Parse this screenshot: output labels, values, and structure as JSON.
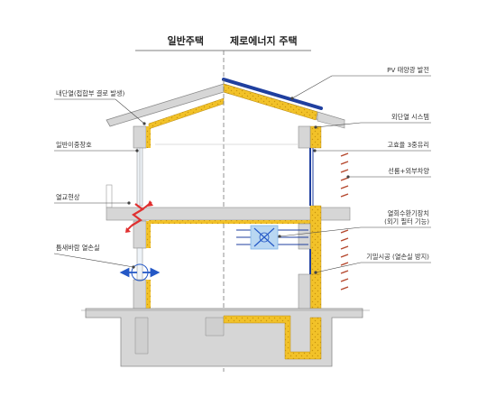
{
  "titles": {
    "left": "일반주택",
    "right": "제로에너지 주택"
  },
  "labels": {
    "insul_internal": "내단열(접합부 결로 발생)",
    "window_double": "일반이중창호",
    "thermal_bridge": "열교현상",
    "draft_loss": "틈새바람 열손실",
    "pv": "PV 태양광 발전",
    "insul_external": "외단열 시스템",
    "triple_glass": "고효율 3중유리",
    "blind": "선룸+외부차양",
    "hrv_line1": "열회수환기장치",
    "hrv_line2": "(외기 필터 기능)",
    "airtight": "기밀시공 (열손실 방지)"
  },
  "colors": {
    "concrete": "#d6d6d6",
    "concrete_stroke": "#8a8a8a",
    "insulation": "#f2c229",
    "pv_blue": "#1f3f9f",
    "arrow_red": "#e03030",
    "arrow_blue": "#2458c6",
    "blind_red": "#b5482e",
    "leader": "#444444",
    "hrv_blue": "#7fb5e8"
  }
}
